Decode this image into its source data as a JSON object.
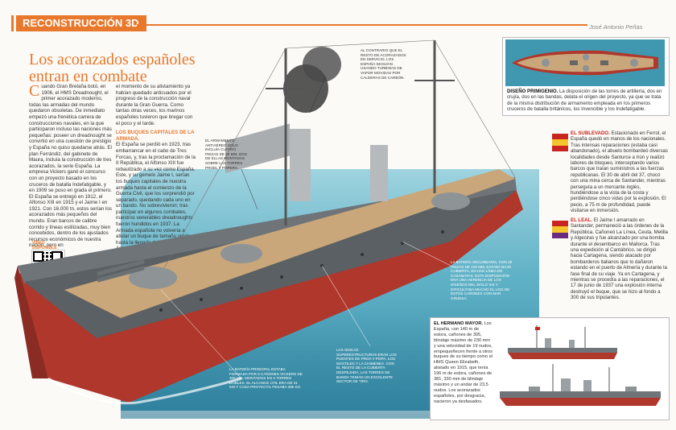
{
  "header": {
    "section_tag": "RECONSTRUCCIÓN 3D",
    "author": "José Antonio Peñas"
  },
  "article": {
    "title_line1": "Los acorazados españoles",
    "title_line2": "entran en combate",
    "dropcap": "C",
    "col1_text": "uando Gran Bretaña botó, en 1906, el HMS Dreadnought, el primer acorazado moderno, todas las armadas del mundo quedaron obsoletas. De inmediato empezó una frenética carrera de construcciones navales, en la que participaron incluso las naciones más pequeñas: poseer un dreadnought se convirtió en una cuestión de prestigio y España no quiso quedarse atrás. El plan Ferrándiz, del gabinete de Maura, incluía la construcción de tres acorazados, la serie España. La empresa Vickers ganó el concurso con un proyecto basado en los cruceros de batalla Indefatigable, y en 1909 se puso en grada el primero. El España se entregó en 1912, el Alfonso XIII en 1915 y el Jaime I en 1921. Con 16.000 tn, estos serían los acorazados más pequeños del mundo. Eran barcos de calibre corrido y líneas estilizadas, muy bien concebidos, dentro de los ajustados recursos económicos de nuestra nación, pero en",
    "col2_text_a": "el momento de su alistamiento ya habían quedado anticuados por el progreso de la construcción naval durante la Gran Guerra. Como tantas otras veces, los marinos españoles tuvieron que bregar con el poco y el tarde.",
    "subhead": "LOS BUQUES CAPITALES DE LA ARMADA.",
    "col2_text_b": "El España se perdió en 1923, tras embarrancar en el cabo de Tres Forcas, y, tras la proclamación de la II República, el Alfonso XIII fue rebautizado a su vez como España. Este, y su gemelo Jaime I, serían los buques capitales de nuestra armada hasta el comienzo de la Guerra Civil, que los sorprendió por separado, quedando cada uno en un bando. No sobrevivieron; tras participar en algunos combates, nuestros venerables dreadnoughts fueron hundidos en 1937. La Armada española no volvería a alistar un buque de tamaño similar hasta la llegada del Príncipe de Asturias, a finales de los años 80 del siglo pasado.",
    "qr_label": "VÍDEO DISPONIBLE EN: bit.ly/xxxxxx"
  },
  "callouts": {
    "smoke": "AL CONTRARIO QUE EL RESTO DE ACORAZADOS EN SERVICIO, LOS ESPAÑA SEGUÍAN USANDO TURBINAS DE VAPOR MOVIDAS POR CALDERAS DE CARBÓN.",
    "aa": "EL ARMAMENTO ANTIAÉREO SOLO INCLUÍA CUATRO PIEZAS DE 46 MM, DOS DE ELLAS MONTADAS SOBRE LAS TORRES PROEL Y POPERA.",
    "secondary": "LA BATERÍA SECUNDARIA, CON 20 PIEZAS DE 102 MM, ESTABA BAJO CUBIERTA, EN UNA LÍNEA DE CASAMATAS. ESTA DISPOSICIÓN ERA UNA HERENCIA DE LOS DISEÑOS DEL SIGLO XIX Y DIFICULTABA MUCHO EL USO DE ESTOS CAÑONES CON MAR GRUESA.",
    "main_battery": "LA BATERÍA PRINCIPAL ESTABA FORMADA POR 8 CAÑONES VICKERS DE 305 MM, MONTADOS EN 4 TORRES DOBLES. EL ALCANCE ÚTIL ERA DE 21 KM Y CADA PROYECTIL PESABA 385 KG.",
    "superstructure": "LAS ÚNICAS SUPERESTRUCTURAS ERAN LOS PUENTES DE PROA Y POPA, LOS MÁSTILES Y LA CHIMENEA. CON EL RESTO DE LA CUBIERTA DESPEJADA, LAS TORRES DE BANDA TENÍAN UN EXCELENTE SECTOR DE TIRO."
  },
  "boxes": {
    "design": {
      "label": "DISEÑO PRIMIGENIO.",
      "text": "La disposición de las torres de artillería, dos en crujía, dos en las bandas, delata el origen del proyecto, ya que se trata de la misma distribución de armamento empleada en los primeros cruceros de batalla británicos, los Invencible y los Indefatigable."
    },
    "sublevado": {
      "label": "EL SUBLEVADO.",
      "text": "Estacionado en Ferrol, el España quedó en manos de los nacionales. Tras intensas reparaciones (estaba casi abandonado), el abuelo bombardeó diversas localidades desde Santurce a Irún y realizó labores de bloqueo, interceptando varios barcos que traían suministros a las fuerzas republicanas. El 30 de abril del 37, chocó con una mina cerca de Santander, mientras perseguía a un mercante inglés, hundiéndose a la vista de la costa y perdiéndose cinco vidas por la explosión. El pecio, a 75 m de profundidad, puede visitarse en inmersión."
    },
    "leal": {
      "label": "EL LEAL.",
      "text": "El Jaime I amarrado en Santander, permaneció a las órdenes de la República. Cañoneó La Línea, Ceuta, Melilla y Algeciras y fue alcanzado por una bomba durante el desembarco en Mallorca. Tras una expedición al Cantábrico, se dirigió hacia Cartagena, siendo atacado por bombarderos italianos que lo dañaron estando en el puerto de Almería y durante la fase final de su viaje. Ya en Cartagena, y mientras se procedía a las reparaciones, el 17 de junio de 1937 una explosión interna destruyó el buque, que se hizo al fondo a 300 de sus tripulantes."
    },
    "hermano": {
      "label": "EL HERMANO MAYOR.",
      "text": "Los España, con 140 m de eslora, cañones de 305, blindaje máximo de 230 mm y una velocidad de 19 nudos, empequeñecen frente a otros buques de su tiempo como el HMS Queen Elizabeth, alistado en 1915, que tenía 196 m de eslora, cañones de 381, 330 mm de blindaje máximo y un andar de 23,5 nudos. Los acorazados españoles, por desgracia, nacieron ya desfasados."
    }
  },
  "colors": {
    "accent": "#e8782b",
    "hull_red": "#b0372c",
    "hull_grey": "#6f7478",
    "deck": "#c9a77a",
    "sea": "#5fb1c6"
  }
}
